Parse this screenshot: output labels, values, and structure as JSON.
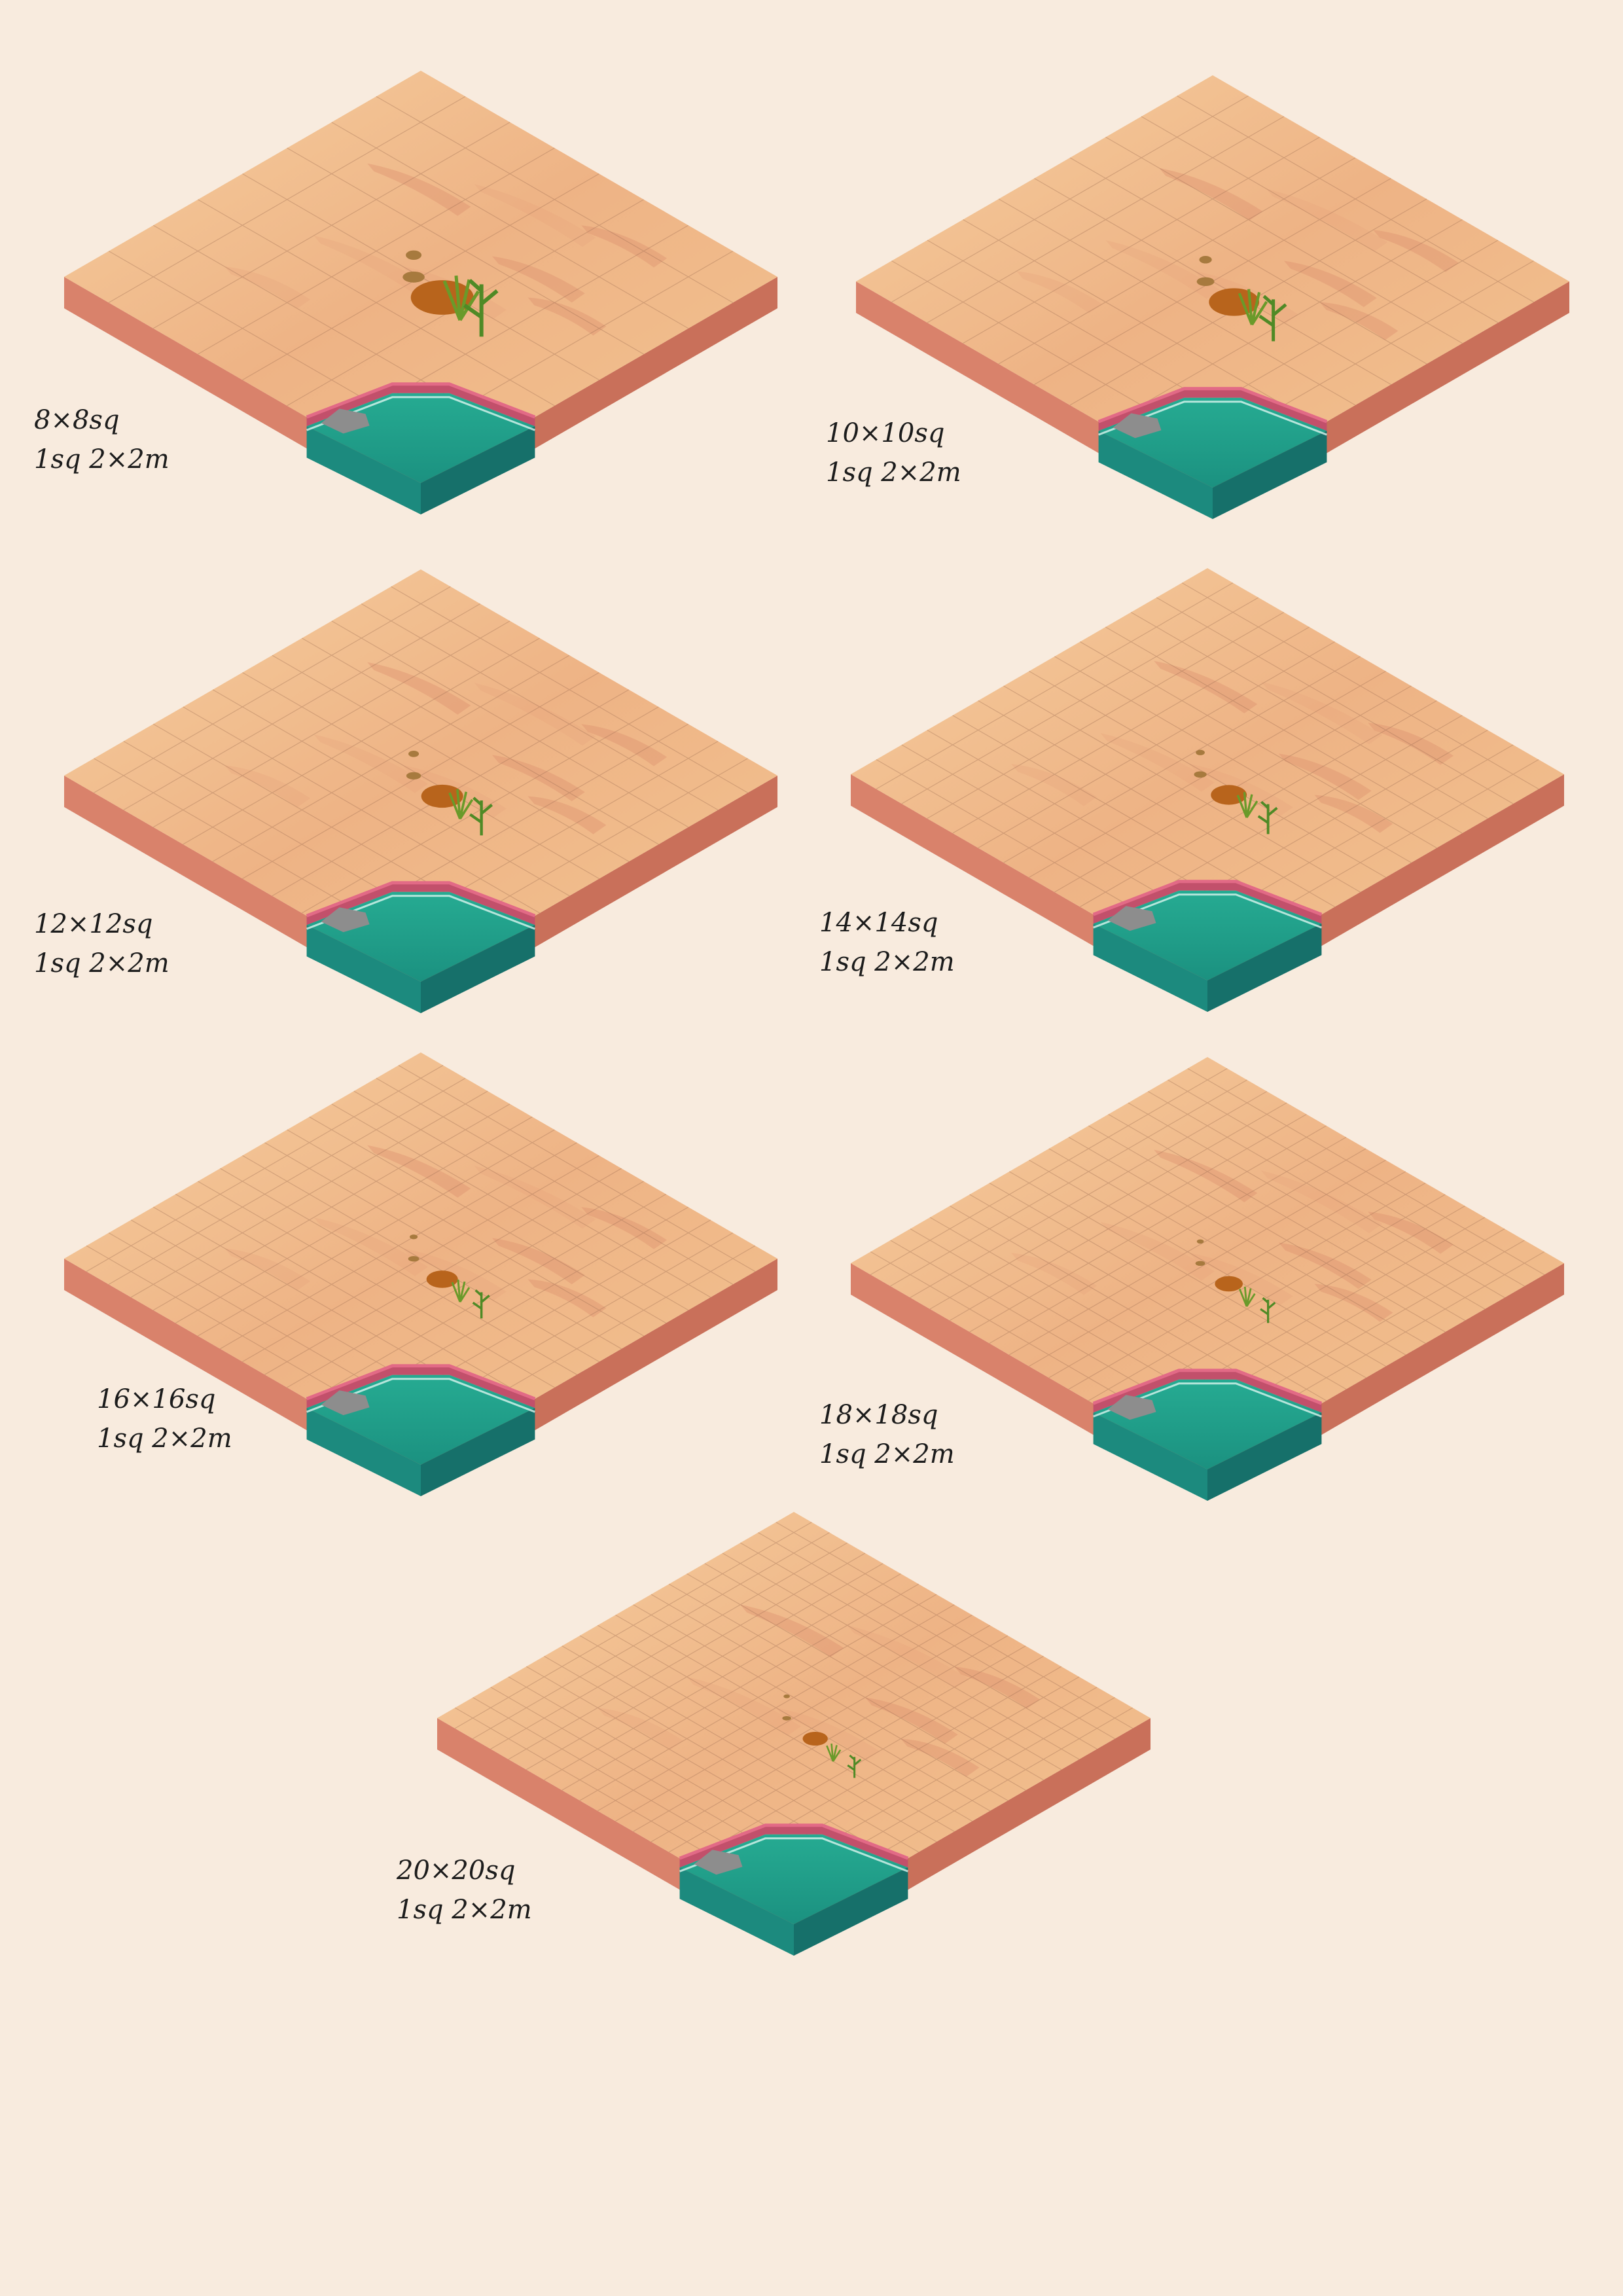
{
  "colors": {
    "background": "#f8ebde",
    "sand_light": "#f3c491",
    "sand_mid": "#e9a57d",
    "sand_dark": "#db8a6a",
    "side_left": "#d9826b",
    "side_right": "#c9705a",
    "water_top": "#1f9e88",
    "water_left": "#1c8a7e",
    "water_right": "#16706a",
    "bank_wall": "#c2506b",
    "bank_top": "#e26a86",
    "rock": "#8d8d8d",
    "lion": "#b8641c",
    "plant": "#6a9a2a"
  },
  "boards": [
    {
      "id": "board-8",
      "grid": 8,
      "label": "8×8sq",
      "scale": "1sq 2×2m"
    },
    {
      "id": "board-10",
      "grid": 10,
      "label": "10×10sq",
      "scale": "1sq 2×2m"
    },
    {
      "id": "board-12",
      "grid": 12,
      "label": "12×12sq",
      "scale": "1sq 2×2m"
    },
    {
      "id": "board-14",
      "grid": 14,
      "label": "14×14sq",
      "scale": "1sq 2×2m"
    },
    {
      "id": "board-16",
      "grid": 16,
      "label": "16×16sq",
      "scale": "1sq 2×2m"
    },
    {
      "id": "board-18",
      "grid": 18,
      "label": "18×18sq",
      "scale": "1sq 2×2m"
    },
    {
      "id": "board-20",
      "grid": 20,
      "label": "20×20sq",
      "scale": "1sq 2×2m"
    }
  ]
}
